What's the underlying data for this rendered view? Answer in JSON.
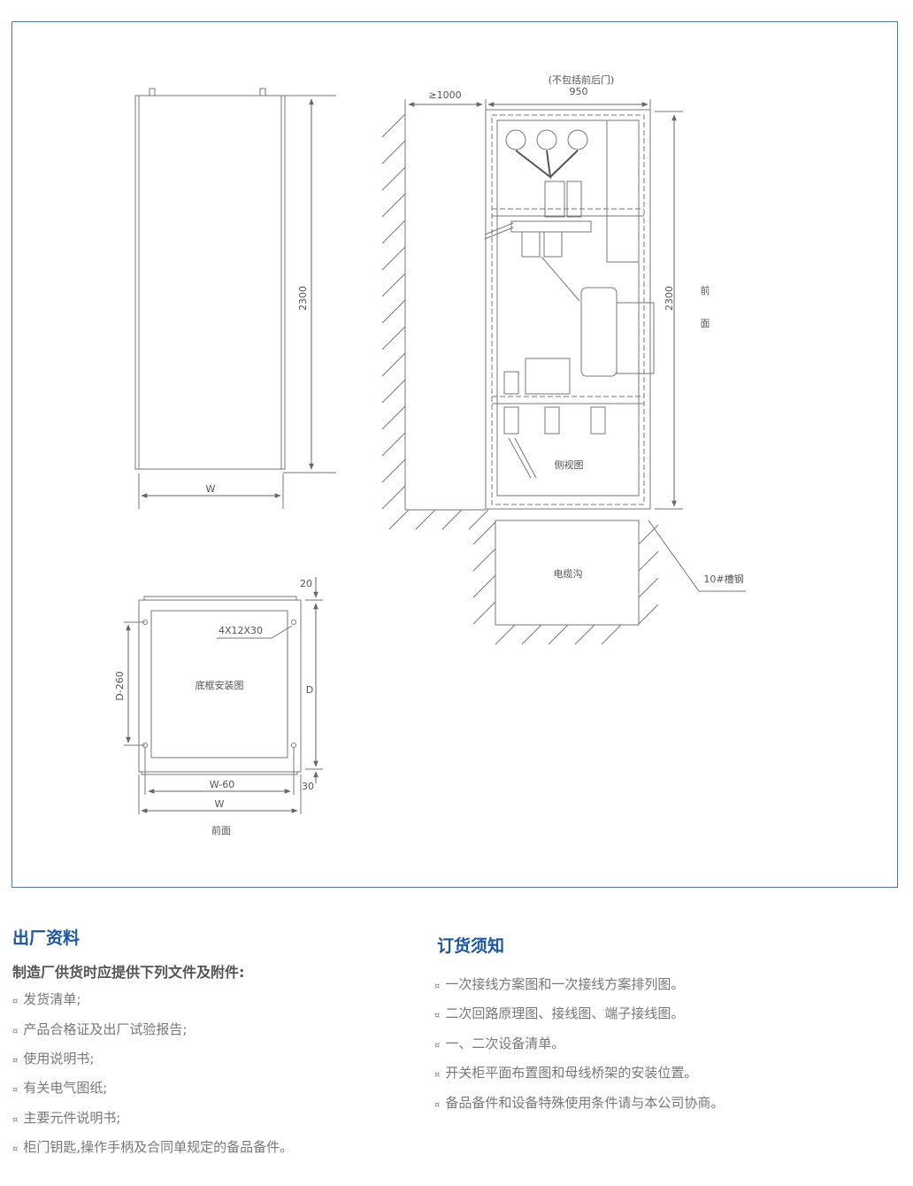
{
  "drawing": {
    "front_height": "2300",
    "front_width": "W",
    "side_note": "(不包括前后门)",
    "side_depth": "950",
    "side_clearance": "≥1000",
    "side_height": "2300",
    "front_label_1": "前",
    "front_label_2": "面",
    "side_view_label": "侧视图",
    "cable_trench_label": "电缆沟",
    "channel_steel_label": "10#槽钢",
    "plan_top_offset": "20",
    "plan_hole_spec": "4X12X30",
    "plan_title": "底框安装图",
    "plan_depth_inner": "D-260",
    "plan_depth": "D",
    "plan_bottom_offset": "30",
    "plan_width_inner": "W-60",
    "plan_width": "W",
    "plan_front_label": "前面"
  },
  "factory_docs": {
    "title": "出厂资料",
    "subtitle": "制造厂供货时应提供下列文件及附件:",
    "bullet": "¤",
    "items": [
      "发货清单;",
      "产品合格证及出厂试验报告;",
      "使用说明书;",
      "有关电气图纸;",
      "主要元件说明书;",
      "柜门钥匙,操作手柄及合同单规定的备品备件。"
    ]
  },
  "ordering": {
    "title": "订货须知",
    "items": [
      "一次接线方案图和一次接线方案排列图。",
      "二次回路原理图、接线图、端子接线图。",
      "一、二次设备清单。",
      "开关柜平面布置图和母线桥架的安装位置。",
      "备品备件和设备特殊使用条件请与本公司协商。"
    ]
  }
}
